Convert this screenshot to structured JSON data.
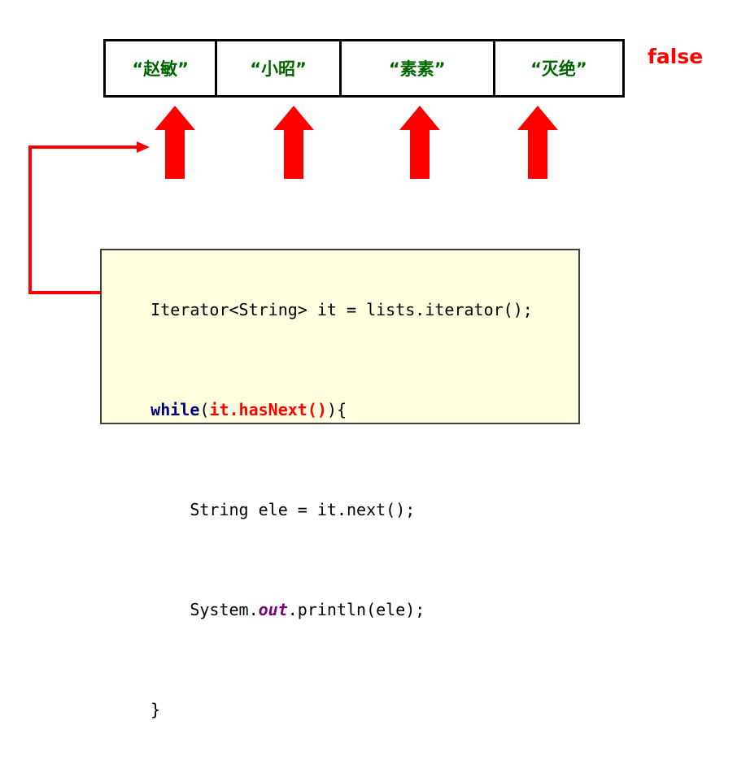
{
  "diagram": {
    "title_elements": {
      "false_label": "false",
      "false_color": "#ff0000"
    },
    "collection": {
      "element_text_color": "#006600",
      "cells": [
        {
          "value": "“赵敏”"
        },
        {
          "value": "“小昭”"
        },
        {
          "value": "“素素”"
        },
        {
          "value": "“灭绝”"
        }
      ]
    },
    "pointers": {
      "arrow_color": "#ff0000",
      "count": 4,
      "labels": [
        "pointer-1",
        "pointer-2",
        "pointer-3",
        "pointer-4"
      ]
    },
    "loop_connector": {
      "color": "#ff0000",
      "description": "loop-back-arrow"
    },
    "code": {
      "background": "#ffffe0",
      "border_color": "#3f3f3f",
      "lines": [
        {
          "id": "line1",
          "segments": [
            {
              "text": "Iterator<String> it = lists.iterator();",
              "style": "plain"
            }
          ]
        },
        {
          "id": "line2",
          "segments": [
            {
              "text": "while",
              "style": "kw-while"
            },
            {
              "text": "(",
              "style": "plain"
            },
            {
              "text": "it.hasNext()",
              "style": "kw-call"
            },
            {
              "text": "){",
              "style": "plain"
            }
          ]
        },
        {
          "id": "line3",
          "segments": [
            {
              "text": "    String ele = it.next();",
              "style": "plain"
            }
          ]
        },
        {
          "id": "line4",
          "segments": [
            {
              "text": "    System.",
              "style": "plain"
            },
            {
              "text": "out",
              "style": "kw-field"
            },
            {
              "text": ".println(ele);",
              "style": "plain"
            }
          ]
        },
        {
          "id": "line5",
          "segments": [
            {
              "text": "}",
              "style": "plain"
            }
          ]
        }
      ]
    }
  }
}
